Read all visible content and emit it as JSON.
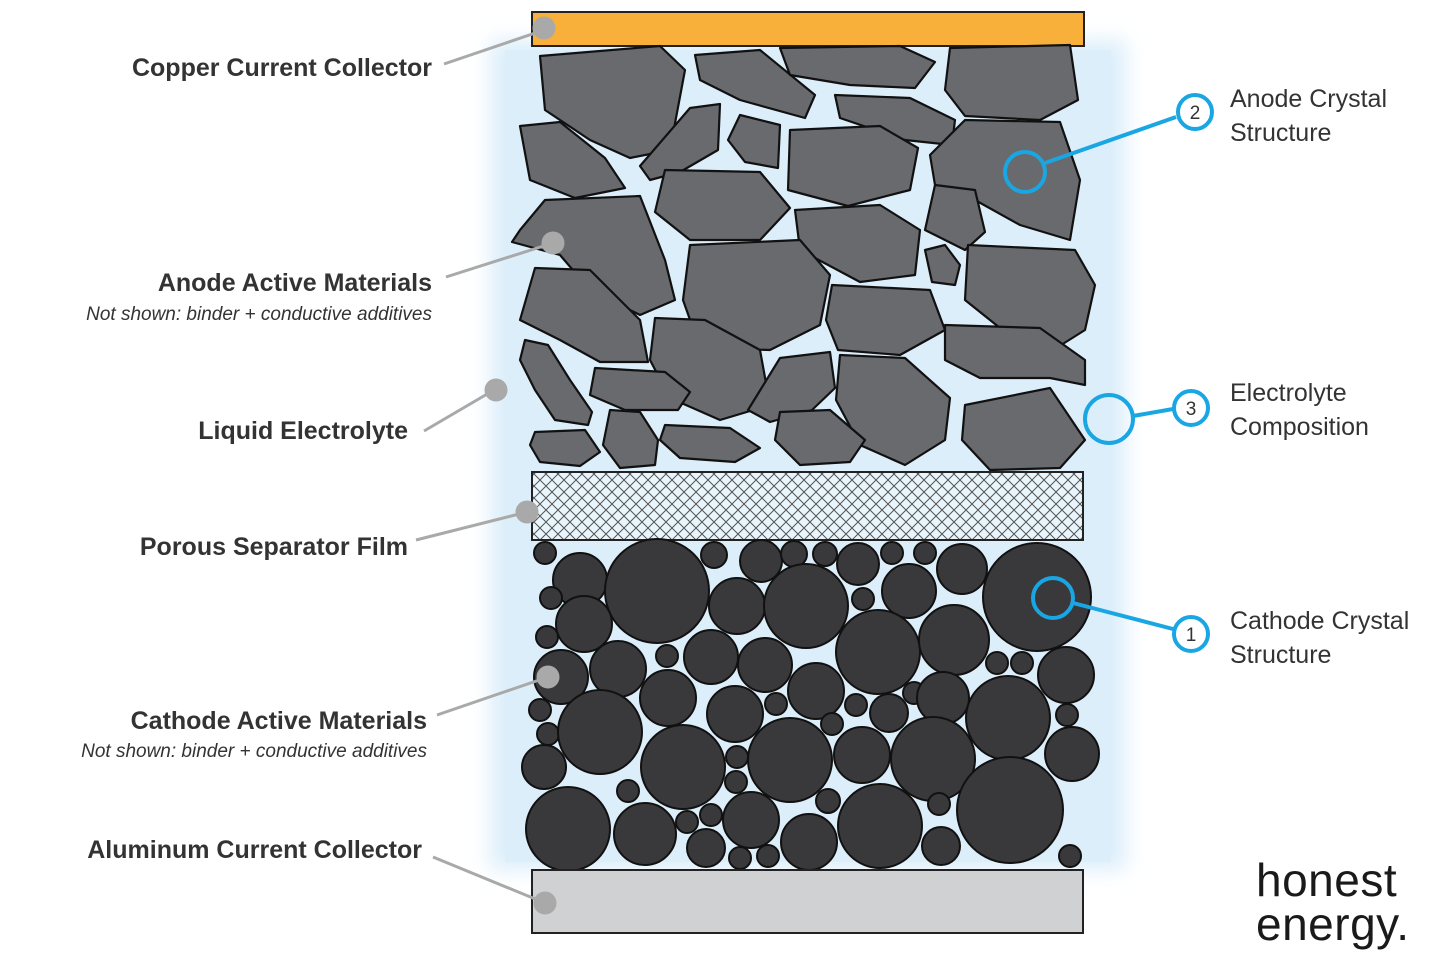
{
  "colors": {
    "copper": "#F9B03B",
    "aluminum": "#D0D1D3",
    "electrolyte": "#DCEEFA",
    "anode_particle": "#696A6E",
    "cathode_particle": "#39393B",
    "callout_blue": "#1AA6E2",
    "leader_gray": "#A9A9A9",
    "separator_hatch": "#555555"
  },
  "labels_left": {
    "copper": "Copper Current Collector",
    "anode": "Anode Active Materials",
    "anode_note": "Not shown: binder + conductive additives",
    "electrolyte": "Liquid Electrolyte",
    "separator": "Porous Separator Film",
    "cathode": "Cathode Active Materials",
    "cathode_note": "Not shown: binder + conductive additives",
    "aluminum": "Aluminum Current Collector"
  },
  "callouts": [
    {
      "number": "2",
      "line1": "Anode Crystal",
      "line2": "Structure"
    },
    {
      "number": "3",
      "line1": "Electrolyte",
      "line2": "Composition"
    },
    {
      "number": "1",
      "line1": "Cathode Crystal",
      "line2": "Structure"
    }
  ],
  "brand": {
    "line1": "honest",
    "line2": "energy."
  }
}
